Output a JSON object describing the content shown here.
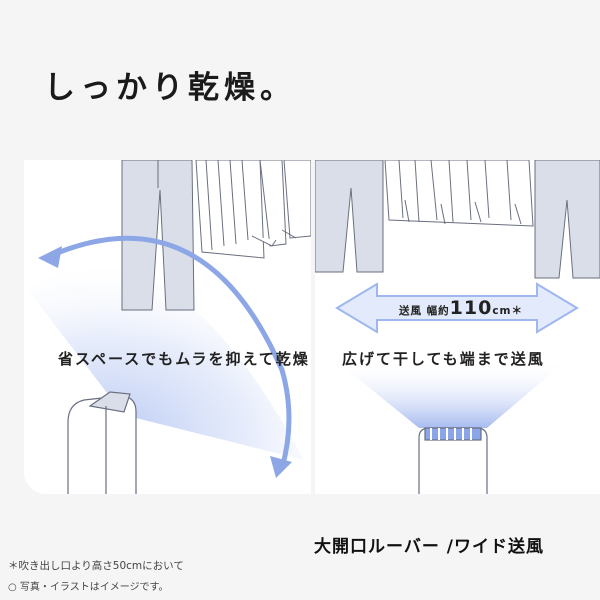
{
  "headline": "しっかり乾燥。",
  "left_panel": {
    "caption": "省スペースでもムラを抑えて乾燥"
  },
  "right_panel": {
    "caption": "広げて干しても端まで送風",
    "airflow_prefix": "送風 幅約",
    "airflow_value": "110",
    "airflow_unit": "cm＊"
  },
  "feature_label": "大開口ルーバー /ワイド送風",
  "footnotes": {
    "outlet_height": "＊吹き出し口より高さ50cmにおいて",
    "illustration": "○ 写真・イラストはイメージです。"
  },
  "colors": {
    "background": "#f5f5f5",
    "panel": "#ffffff",
    "trousers": "#d9dee8",
    "airflow_blue": "#9fb6ee",
    "louver": "#8aa6e8",
    "outline": "#6a6f80"
  },
  "icons": {
    "left_arrow": "curved-double-arrow",
    "right_arrow": "horizontal-double-arrow"
  }
}
